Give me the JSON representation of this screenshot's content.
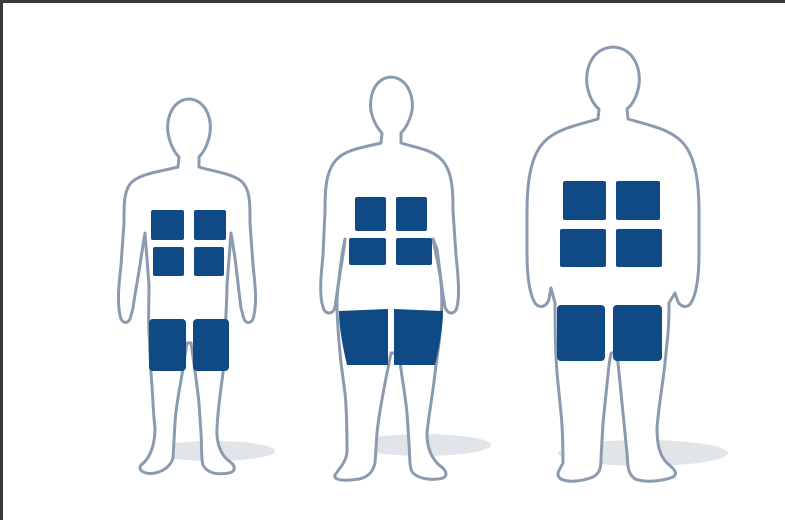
{
  "figure": {
    "outline_color": "#8a9bb0",
    "body_fill": "#ffffff",
    "patch_color": "#0f4a85",
    "shadow_color": "#d9dde2",
    "frame_color": "#3a3a3a"
  },
  "figures": [
    {
      "id": "figure-slim",
      "patches": [
        "abdomen-upper-left",
        "abdomen-upper-right",
        "abdomen-lower-left",
        "abdomen-lower-right",
        "thigh-left",
        "thigh-right"
      ]
    },
    {
      "id": "figure-medium",
      "patches": [
        "abdomen-upper-left",
        "abdomen-upper-right",
        "abdomen-lower-left",
        "abdomen-lower-right",
        "thigh-left",
        "thigh-right"
      ]
    },
    {
      "id": "figure-large",
      "patches": [
        "abdomen-upper-left",
        "abdomen-upper-right",
        "abdomen-lower-left",
        "abdomen-lower-right",
        "thigh-left",
        "thigh-right"
      ]
    }
  ]
}
